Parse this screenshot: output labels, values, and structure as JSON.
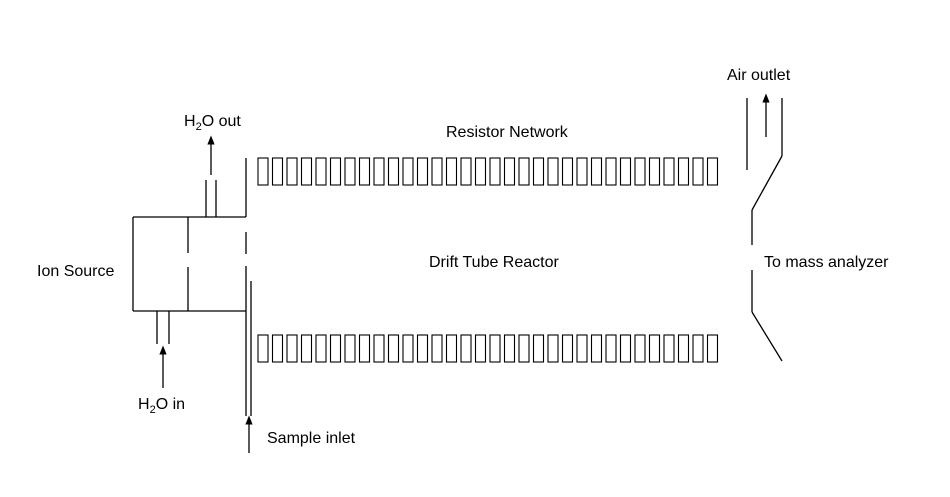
{
  "labels": {
    "h2o_out": {
      "prefix": "H",
      "sub": "2",
      "suffix": "O out"
    },
    "h2o_in": {
      "prefix": "H",
      "sub": "2",
      "suffix": "O in"
    },
    "air_outlet": "Air outlet",
    "resistor_network": "Resistor Network",
    "ion_source": "Ion Source",
    "drift_tube_reactor": "Drift Tube Reactor",
    "to_mass_analyzer": "To mass analyzer",
    "sample_inlet": "Sample inlet"
  },
  "electrodes": {
    "top_row_count": 32,
    "bottom_row_count": 32
  }
}
